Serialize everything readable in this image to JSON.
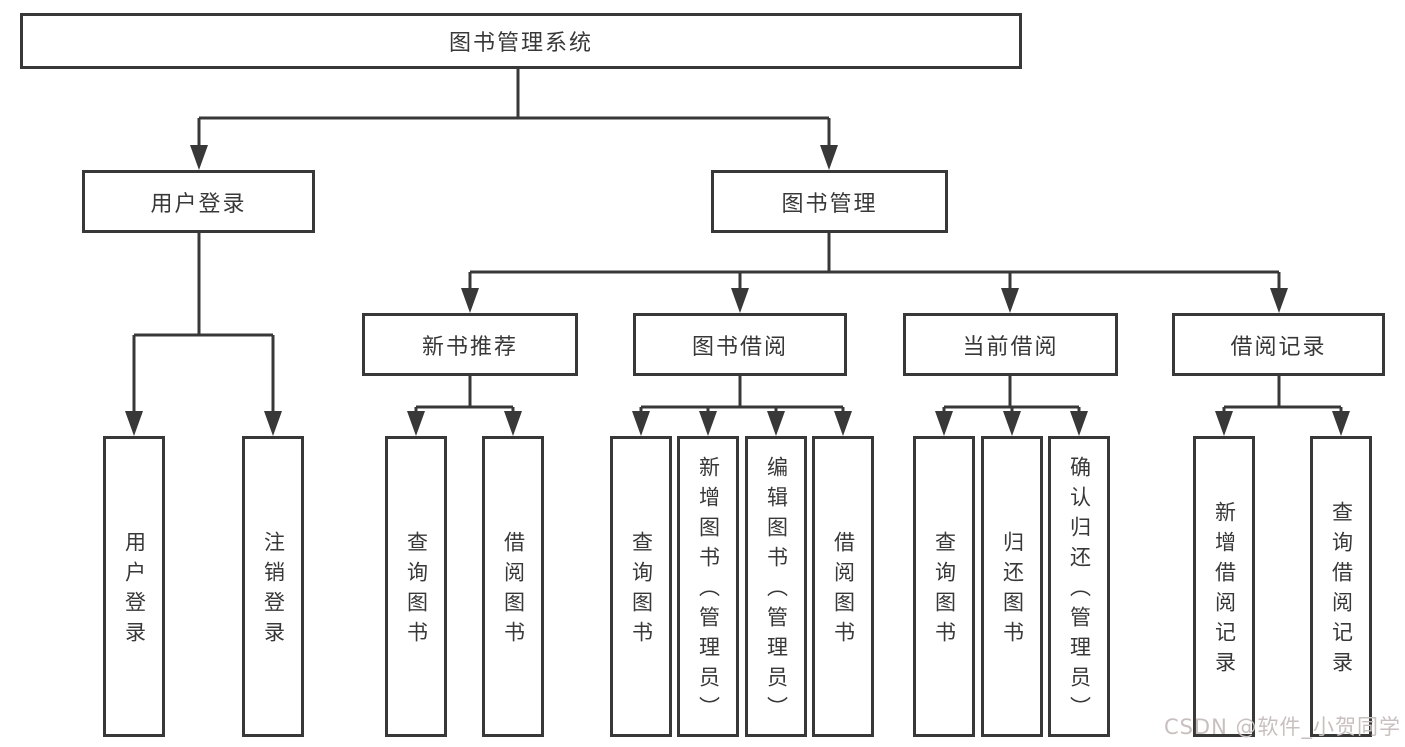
{
  "tree": {
    "root": {
      "label": "图书管理系统"
    },
    "branches": [
      {
        "label": "用户登录",
        "children": [
          {
            "label": "用户登录"
          },
          {
            "label": "注销登录"
          }
        ]
      },
      {
        "label": "图书管理",
        "groups": [
          {
            "label": "新书推荐",
            "children": [
              {
                "label": "查询图书"
              },
              {
                "label": "借阅图书"
              }
            ]
          },
          {
            "label": "图书借阅",
            "children": [
              {
                "label": "查询图书"
              },
              {
                "label": "新增图书（管理员）"
              },
              {
                "label": "编辑图书（管理员）"
              },
              {
                "label": "借阅图书"
              }
            ]
          },
          {
            "label": "当前借阅",
            "children": [
              {
                "label": "查询图书"
              },
              {
                "label": "归还图书"
              },
              {
                "label": "确认归还（管理员）"
              }
            ]
          },
          {
            "label": "借阅记录",
            "children": [
              {
                "label": "新增借阅记录"
              },
              {
                "label": "查询借阅记录"
              }
            ]
          }
        ]
      }
    ]
  },
  "watermark": "CSDN @软件_小贺同学",
  "colors": {
    "line": "#383838",
    "text": "#383838",
    "background": "#ffffff",
    "watermark": "#c8bfbf"
  }
}
